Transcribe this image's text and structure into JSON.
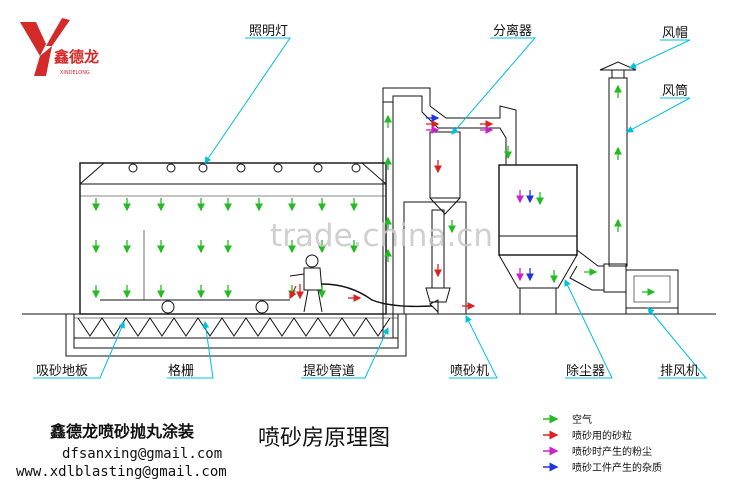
{
  "logo": {
    "brand": "鑫德龙",
    "tagline": "XINDELONG"
  },
  "watermark": "trade.china.cn",
  "title": "喷砂房原理图",
  "company": {
    "name": "鑫德龙喷砂抛丸涂装",
    "email1": "dfsanxing@gmail.com",
    "email2": "www.xdlblasting@gmail.com"
  },
  "labels": {
    "lighting": "照明灯",
    "separator": "分离器",
    "fan_cap": "风帽",
    "air_duct": "风筒",
    "suction_floor": "吸砂地板",
    "grille": "格栅",
    "sand_pipe": "提砂管道",
    "blaster": "喷砂机",
    "dust_collector": "除尘器",
    "exhaust_fan": "排风机"
  },
  "legend": [
    {
      "text": "空气",
      "color": "#22bb22"
    },
    {
      "text": "喷砂用的砂粒",
      "color": "#dd2222"
    },
    {
      "text": "喷砂时产生的粉尘",
      "color": "#cc22cc"
    },
    {
      "text": "喷砂工件产生的杂质",
      "color": "#2233dd"
    }
  ]
}
